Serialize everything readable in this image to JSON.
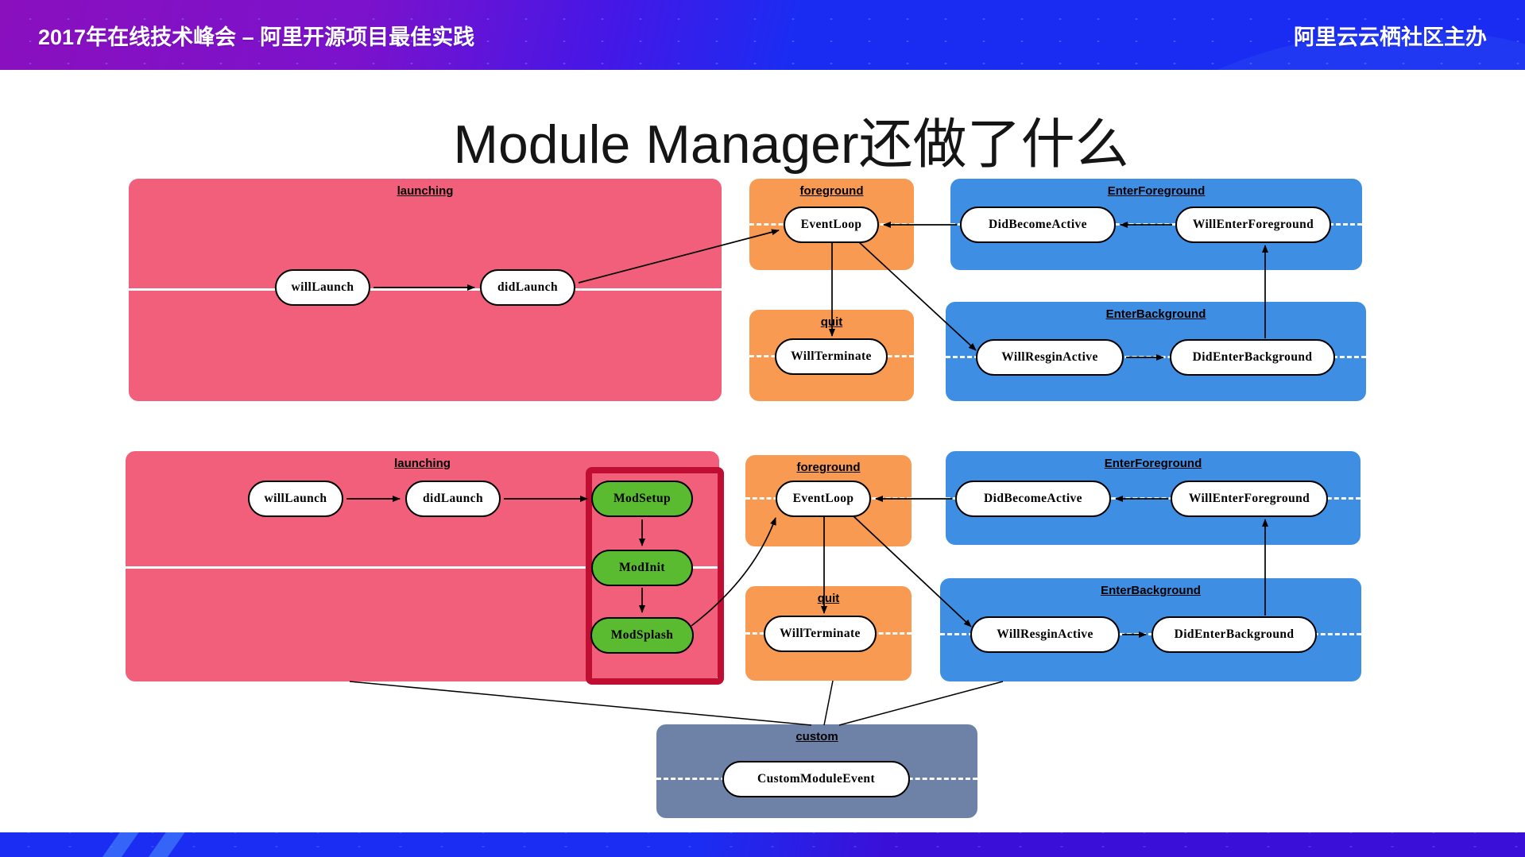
{
  "header": {
    "left": "2017年在线技术峰会 – 阿里开源项目最佳实践",
    "right": "阿里云云栖社区主办"
  },
  "title": "Module Manager还做了什么",
  "d1": {
    "launching": {
      "label": "launching",
      "n1": "willLaunch",
      "n2": "didLaunch"
    },
    "foreground": {
      "label": "foreground",
      "n1": "EventLoop"
    },
    "quit": {
      "label": "quit",
      "n1": "WillTerminate"
    },
    "enterfg": {
      "label": "EnterForeground",
      "n1": "DidBecomeActive",
      "n2": "WillEnterForeground"
    },
    "enterbg": {
      "label": "EnterBackground",
      "n1": "WillResginActive",
      "n2": "DidEnterBackground"
    }
  },
  "d2": {
    "launching": {
      "label": "launching",
      "n1": "willLaunch",
      "n2": "didLaunch"
    },
    "modules": {
      "n1": "ModSetup",
      "n2": "ModInit",
      "n3": "ModSplash"
    },
    "foreground": {
      "label": "foreground",
      "n1": "EventLoop"
    },
    "quit": {
      "label": "quit",
      "n1": "WillTerminate"
    },
    "enterfg": {
      "label": "EnterForeground",
      "n1": "DidBecomeActive",
      "n2": "WillEnterForeground"
    },
    "enterbg": {
      "label": "EnterBackground",
      "n1": "WillResginActive",
      "n2": "DidEnterBackground"
    },
    "custom": {
      "label": "custom",
      "n1": "CustomModuleEvent"
    }
  },
  "colors": {
    "zone_pink": "#F15F7B",
    "zone_orange": "#F89A51",
    "zone_blue": "#3E8EE4",
    "zone_slate": "#6E81A7",
    "node_green": "#5ABA30",
    "highlight_red": "#C00D32",
    "topbar_purple": "#8A10BE",
    "topbar_blue": "#1B2CF2",
    "bottombar_violet": "#3A10D8"
  }
}
